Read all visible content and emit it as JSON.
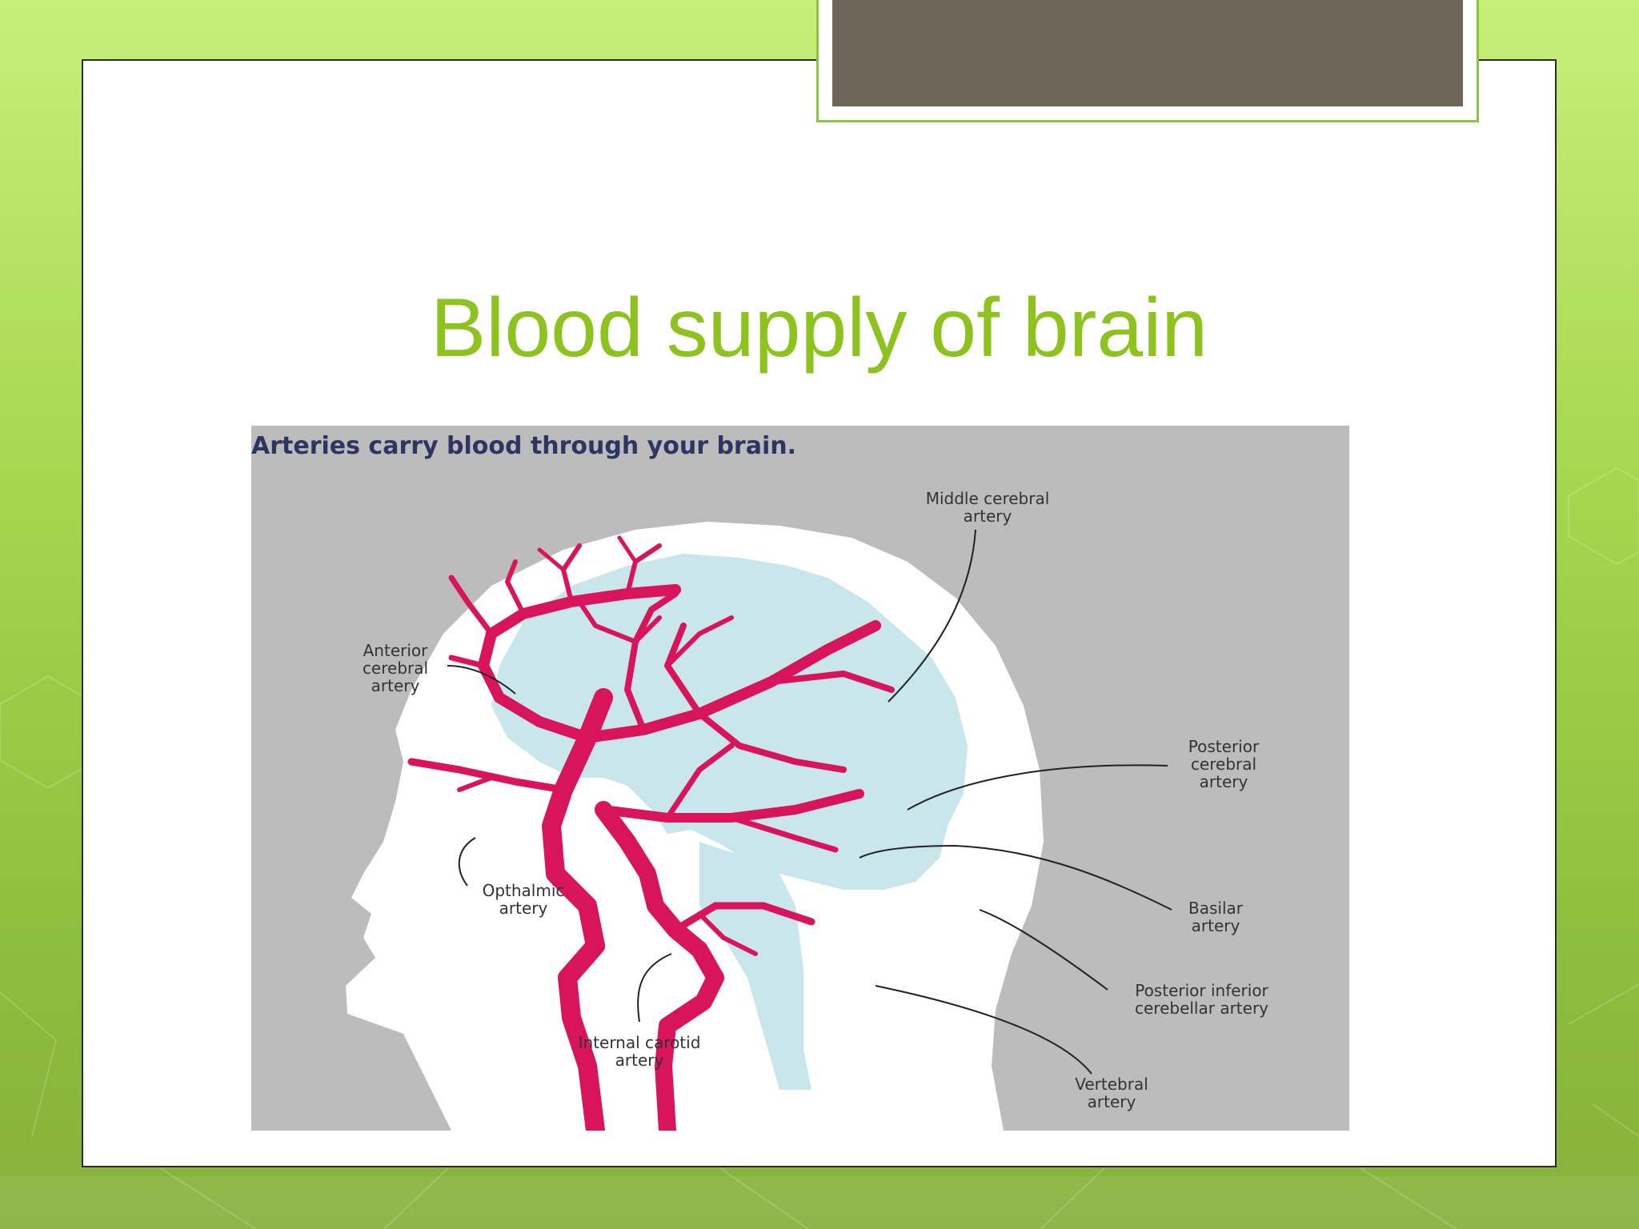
{
  "slide": {
    "title": "Blood supply of brain"
  },
  "figure": {
    "caption": "Arteries carry blood through your brain.",
    "labels": {
      "middle_cerebral": "Middle cerebral\nartery",
      "anterior_cerebral": "Anterior\ncerebral\nartery",
      "posterior_cerebral": "Posterior\ncerebral\nartery",
      "opthalmic": "Opthalmic\nartery",
      "basilar": "Basilar\nartery",
      "posterior_inferior": "Posterior inferior\ncerebellar artery",
      "internal_carotid": "Internal carotid\nartery",
      "vertebral": "Vertebral\nartery"
    },
    "colors": {
      "artery": "#d8145a",
      "brain": "#c9e6ec",
      "head": "#ffffff",
      "background": "#bcbcbc"
    }
  },
  "theme": {
    "title_color": "#8dc21f",
    "accent_tab": "#6e6658",
    "frame_green": "#8cc63f"
  }
}
